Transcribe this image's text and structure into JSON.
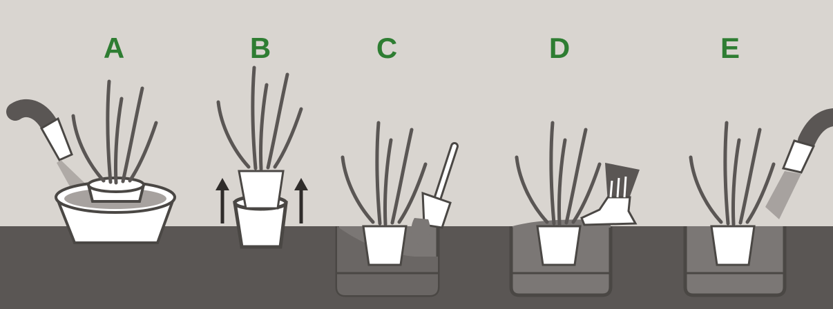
{
  "colors": {
    "background": "#d9d5d0",
    "ground": "#5a5654",
    "soil": "#7b7775",
    "outline": "#4a4744",
    "pot": "#ffffff",
    "water": "#a7a29f",
    "label": "#2e7d32"
  },
  "steps": [
    {
      "label": "A",
      "icons": [
        "hose-icon",
        "water-basin-icon",
        "potted-plant-icon"
      ]
    },
    {
      "label": "B",
      "icons": [
        "pot-icon",
        "up-arrow-icon",
        "up-arrow-icon",
        "plant-icon"
      ]
    },
    {
      "label": "C",
      "icons": [
        "planting-hole-icon",
        "shovel-icon",
        "plant-icon"
      ]
    },
    {
      "label": "D",
      "icons": [
        "planting-hole-icon",
        "boot-icon",
        "plant-icon"
      ]
    },
    {
      "label": "E",
      "icons": [
        "hose-icon",
        "planting-hole-icon",
        "plant-icon"
      ]
    }
  ]
}
